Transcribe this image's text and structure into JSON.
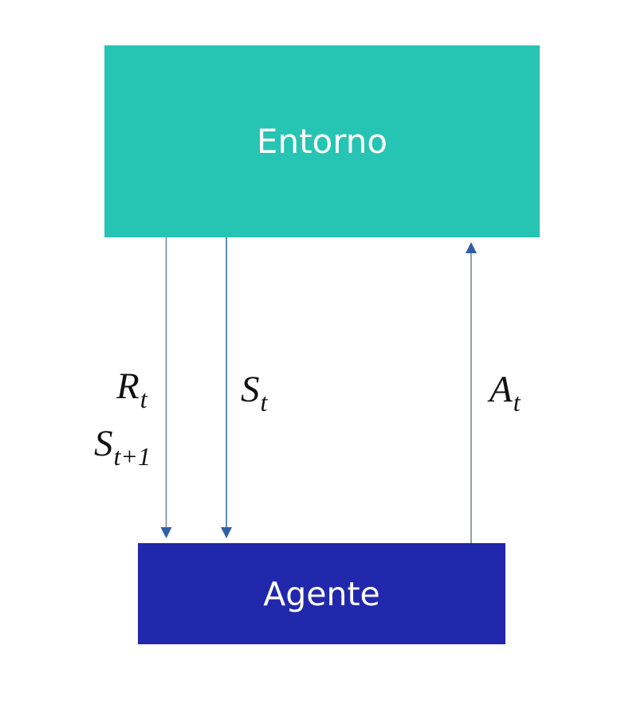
{
  "entorno": {
    "label": "Entorno",
    "color": "#26c4b2"
  },
  "agente": {
    "label": "Agente",
    "color": "#2228ab"
  },
  "arrows": [
    {
      "name": "reward-next-state-arrow",
      "direction": "down",
      "color": "#7c8690"
    },
    {
      "name": "state-arrow",
      "direction": "down",
      "color": "#3a70b8"
    },
    {
      "name": "action-arrow",
      "direction": "up",
      "color": "#7c8690",
      "head_color": "#2f5fa5"
    }
  ],
  "labels": {
    "reward": {
      "symbol": "R",
      "subscript": "t"
    },
    "next_state": {
      "symbol": "S",
      "subscript": "t+1"
    },
    "state": {
      "symbol": "S",
      "subscript": "t"
    },
    "action": {
      "symbol": "A",
      "subscript": "t"
    }
  }
}
